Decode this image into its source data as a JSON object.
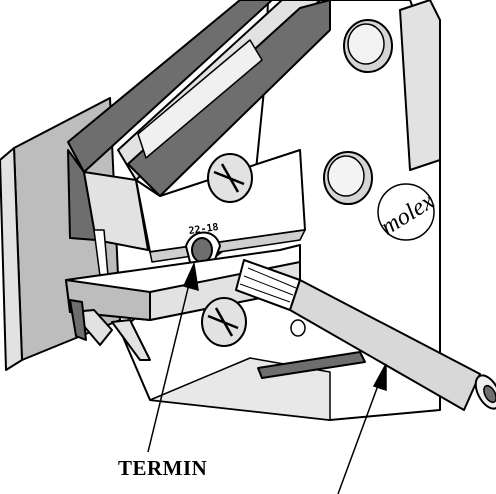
{
  "die_marking": "22-18",
  "brand_logo_text": "molex",
  "callout_label": "TERMIN",
  "colors": {
    "outline": "#000000",
    "paper": "#ffffff",
    "shade_light": "#e2e2e2",
    "shade_mid": "#bdbdbd",
    "shade_dark": "#6e6e6e"
  }
}
